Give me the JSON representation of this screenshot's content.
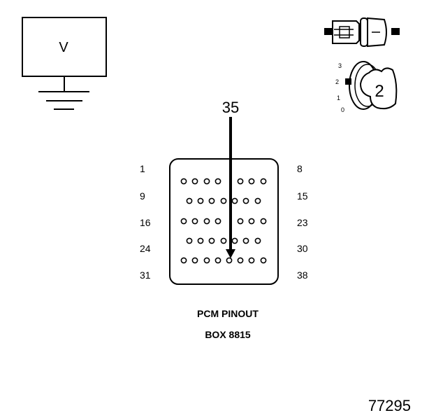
{
  "voltmeter": {
    "label": "V"
  },
  "callout": {
    "pin": "35"
  },
  "ignition_switch": {
    "positions": [
      "3",
      "2",
      "1",
      "0"
    ],
    "current_position": "2"
  },
  "connector": {
    "row_labels_left": [
      "1",
      "9",
      "16",
      "24",
      "31"
    ],
    "row_labels_right": [
      "8",
      "15",
      "23",
      "30",
      "38"
    ]
  },
  "caption": {
    "line1": "PCM PINOUT",
    "line2": "BOX 8815"
  },
  "figure_number": "77295",
  "colors": {
    "ink": "#000000",
    "background": "#ffffff"
  }
}
